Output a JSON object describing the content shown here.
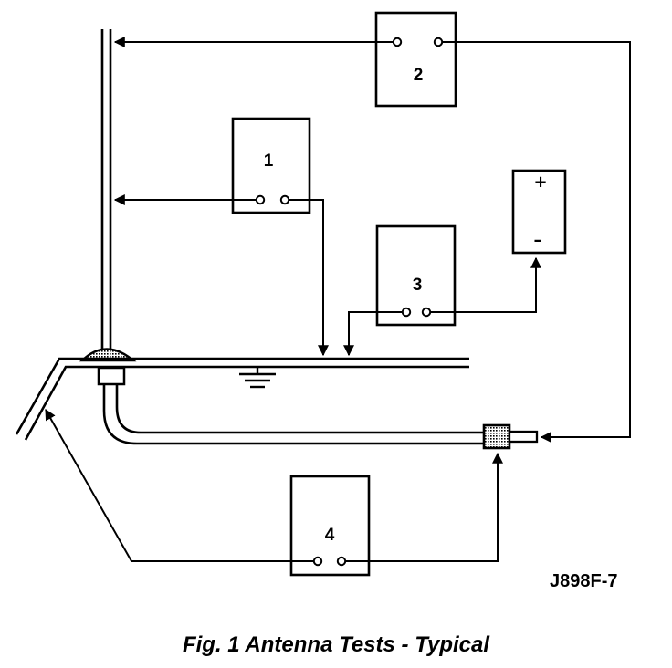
{
  "figure": {
    "meters": [
      {
        "label": "1"
      },
      {
        "label": "2"
      },
      {
        "label": "3"
      },
      {
        "label": "4"
      }
    ],
    "battery": {
      "positive": "+",
      "negative": "–"
    },
    "code": "J898F-7",
    "caption": "Fig. 1 Antenna Tests - Typical"
  },
  "colors": {
    "ink": "#000000",
    "paper": "#ffffff",
    "shade": "#9a9a9a"
  }
}
